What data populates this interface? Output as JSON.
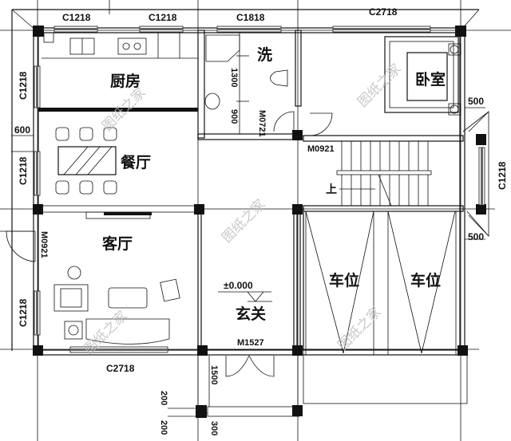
{
  "rooms": {
    "kitchen": "厨房",
    "dining": "餐厅",
    "living": "客厅",
    "bathroom": "洗",
    "bedroom": "卧室",
    "foyer": "玄关",
    "parking1": "车位",
    "parking2": "车位",
    "stairs_up": "上"
  },
  "windows": {
    "top_left": "C1218",
    "top_mid": "C1218",
    "top_bath": "C1818",
    "top_right": "C2718",
    "left_kitchen": "C1218",
    "left_dining": "C1218",
    "left_living": "C1218",
    "bottom_living": "C2718",
    "right_stair": "C1218"
  },
  "doors": {
    "bathroom": "M0721",
    "stair": "M0921",
    "side_entry": "M0921",
    "main_entry": "M1527"
  },
  "dimensions": {
    "left_600": "600",
    "bath_1300": "1300",
    "bath_900": "900",
    "right_500_top": "500",
    "right_500_bottom": "500",
    "entry_1500": "1500",
    "step_200_top": "200",
    "step_200_bottom": "200",
    "step_300": "300"
  },
  "elevation": "±0.000",
  "watermark": "图纸之家"
}
